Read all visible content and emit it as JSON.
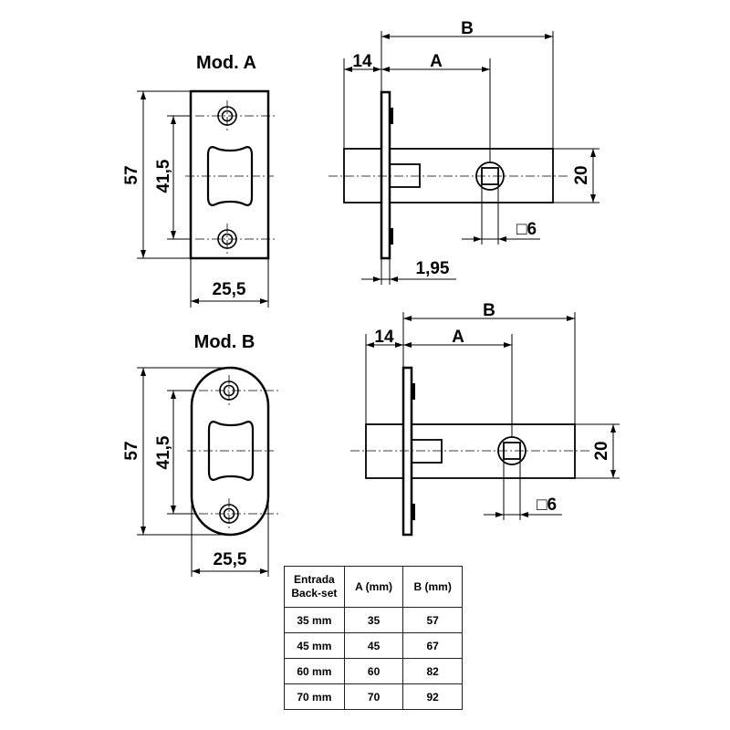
{
  "colors": {
    "line": "#000000",
    "background": "#ffffff"
  },
  "model_a": {
    "title": "Mod. A",
    "front_view": {
      "height_label": "57",
      "hole_spacing_label": "41,5",
      "width_label": "25,5"
    },
    "side_view": {
      "overall_length_label": "B",
      "backset_label": "A",
      "bolt_projection_label": "14",
      "body_height_label": "20",
      "spindle_label": "□6",
      "plate_thickness_label": "1,95"
    }
  },
  "model_b": {
    "title": "Mod. B",
    "front_view": {
      "height_label": "57",
      "hole_spacing_label": "41,5",
      "width_label": "25,5"
    },
    "side_view": {
      "overall_length_label": "B",
      "backset_label": "A",
      "bolt_projection_label": "14",
      "body_height_label": "20",
      "spindle_label": "□6"
    }
  },
  "table": {
    "header": {
      "backset_line1": "Entrada",
      "backset_line2": "Back-set",
      "a": "A (mm)",
      "b": "B (mm)"
    },
    "rows": [
      {
        "backset": "35 mm",
        "a": "35",
        "b": "57"
      },
      {
        "backset": "45 mm",
        "a": "45",
        "b": "67"
      },
      {
        "backset": "60 mm",
        "a": "60",
        "b": "82"
      },
      {
        "backset": "70 mm",
        "a": "70",
        "b": "92"
      }
    ]
  }
}
